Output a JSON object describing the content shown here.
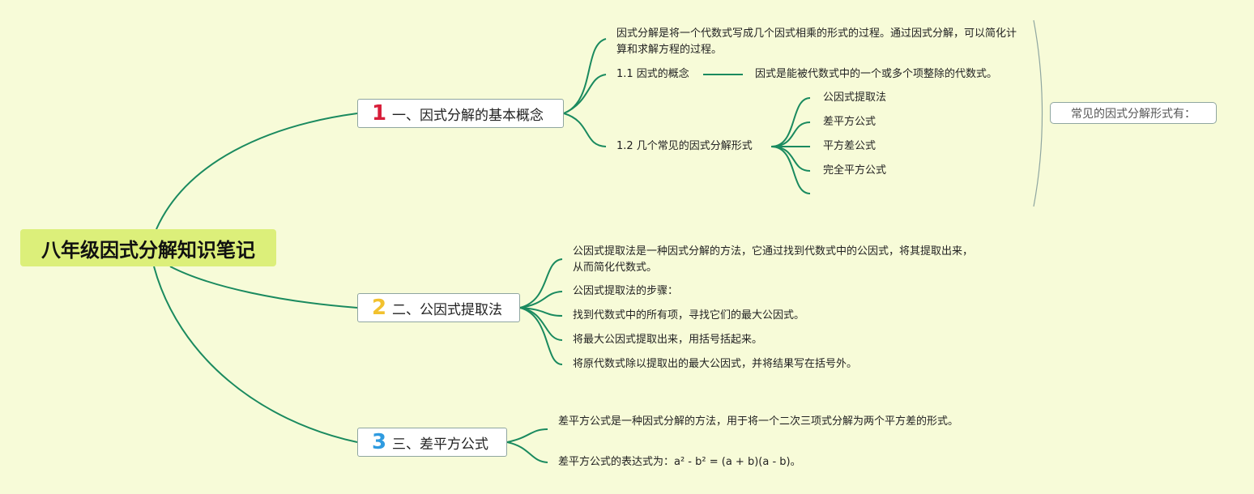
{
  "root": {
    "title": "八年级因式分解知识笔记"
  },
  "colors": {
    "line": "#1a8a5f",
    "root_bg": "#dcef7a",
    "bg": "#f7fbd8",
    "num1": "#d81e3a",
    "num2": "#f2c12e",
    "num3": "#2f9be0"
  },
  "branches": [
    {
      "number": "1",
      "label": "一、因式分解的基本概念"
    },
    {
      "number": "2",
      "label": "二、公因式提取法"
    },
    {
      "number": "3",
      "label": "三、差平方公式"
    }
  ],
  "b1": {
    "definition": "因式分解是将一个代数式写成几个因式相乘的形式的过程。通过因式分解，可以简化计算和求解方程的过程。",
    "concept_label": "1.1 因式的概念",
    "concept_text": "因式是能被代数式中的一个或多个项整除的代数式。",
    "forms_label": "1.2 几个常见的因式分解形式",
    "forms": [
      "公因式提取法",
      "差平方公式",
      "平方差公式",
      "完全平方公式"
    ]
  },
  "summary": "常见的因式分解形式有：",
  "b2": {
    "items": [
      "公因式提取法是一种因式分解的方法，它通过找到代数式中的公因式，将其提取出来，从而简化代数式。",
      "公因式提取法的步骤：",
      "找到代数式中的所有项，寻找它们的最大公因式。",
      "将最大公因式提取出来，用括号括起来。",
      "将原代数式除以提取出的最大公因式，并将结果写在括号外。"
    ]
  },
  "b3": {
    "items": [
      "差平方公式是一种因式分解的方法，用于将一个二次三项式分解为两个平方差的形式。",
      "差平方公式的表达式为：a² - b² = (a + b)(a - b)。"
    ]
  }
}
